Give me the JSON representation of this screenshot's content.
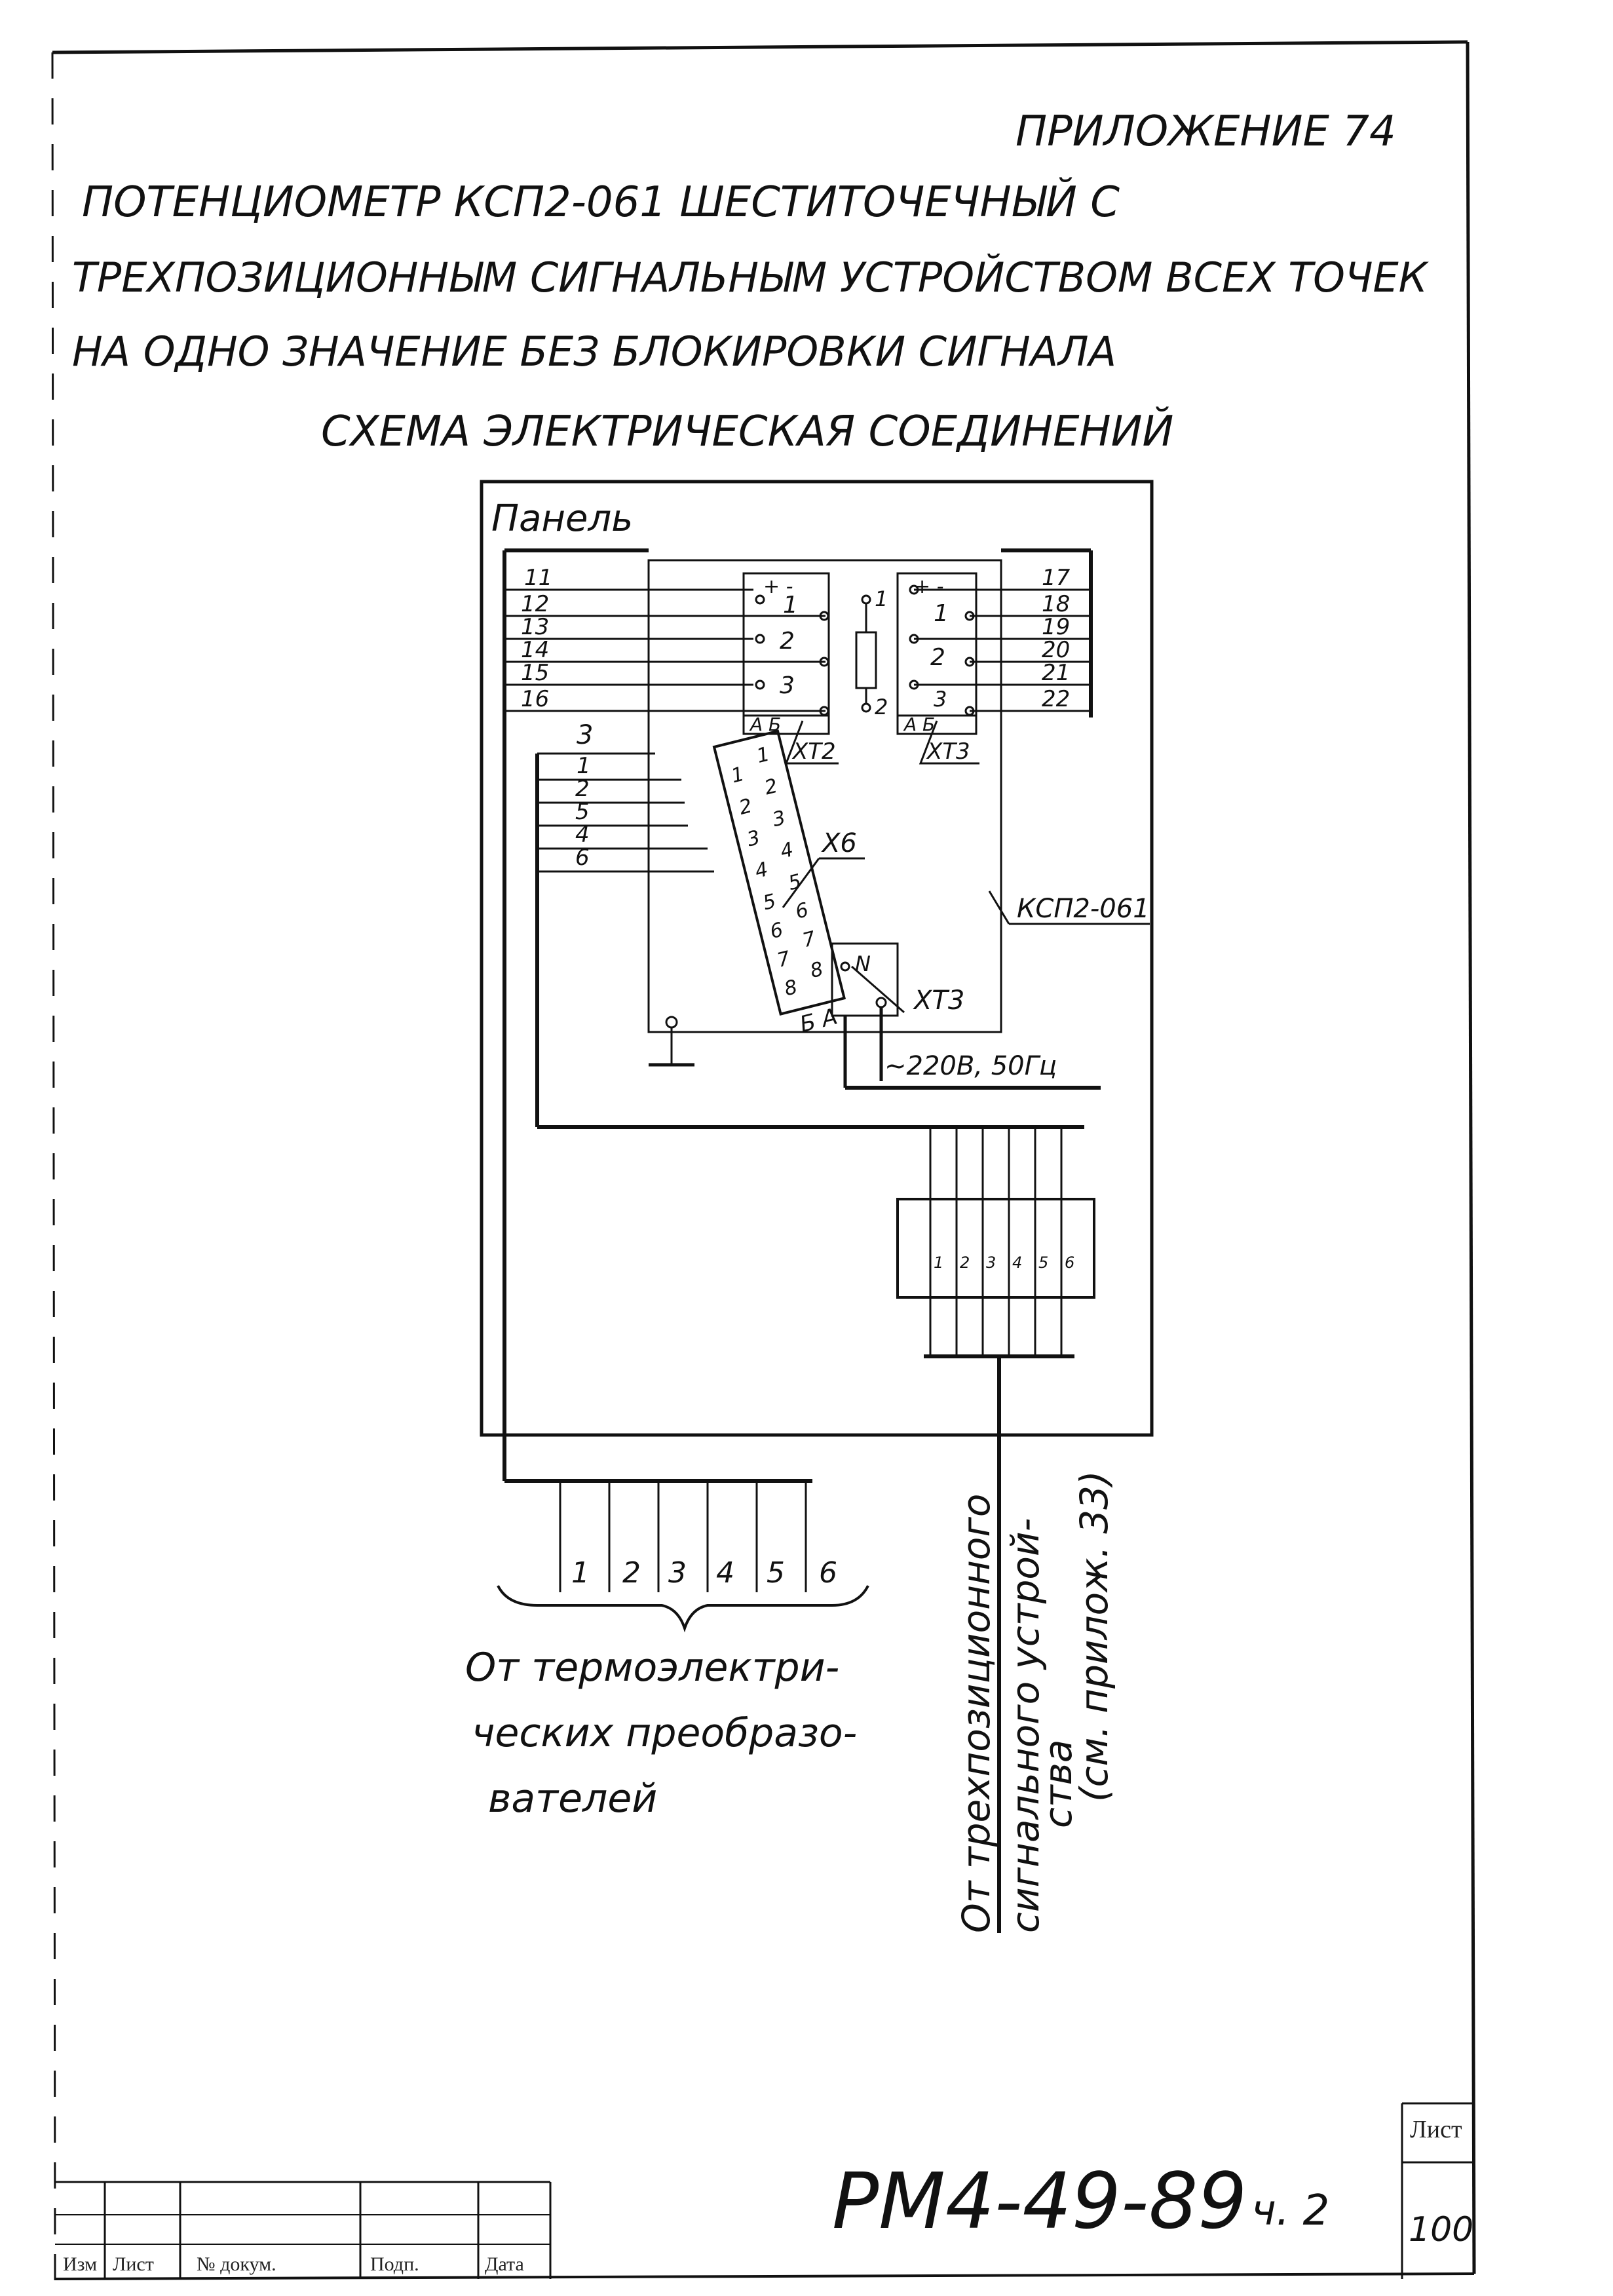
{
  "header": {
    "appendix": "ПРИЛОЖЕНИЕ 74",
    "title_lines": [
      "ПОТЕНЦИОМЕТР  КСП2-061  ШЕСТИТОЧЕЧНЫЙ    С",
      "ТРЕХПОЗИЦИОННЫМ  СИГНАЛЬНЫМ УСТРОЙСТВОМ ВСЕХ ТОЧЕК",
      "НА ОДНО ЗНАЧЕНИЕ   БЕЗ   БЛОКИРОВКИ  СИГНАЛА",
      "СХЕМА  ЭЛЕКТРИЧЕСКАЯ  СОЕДИНЕНИЙ"
    ]
  },
  "panel": {
    "label": "Панель",
    "device_label": "КСП2-061",
    "left_wire_numbers": [
      "11",
      "12",
      "13",
      "14",
      "15",
      "16"
    ],
    "right_wire_numbers": [
      "17",
      "18",
      "19",
      "20",
      "21",
      "22"
    ],
    "xt2": {
      "label": "XT2",
      "terminals": [
        "1",
        "2",
        "3"
      ],
      "polarity": "+ -",
      "side": "А  Б"
    },
    "xt3_top": {
      "label": "XT3",
      "terminals": [
        "1",
        "2",
        "3"
      ],
      "polarity": "+ -",
      "side": "А  Б"
    },
    "resistor_terminals": [
      "1",
      "2"
    ],
    "x6": {
      "label": "X6",
      "side": "Б  А",
      "col_a": [
        "1",
        "2",
        "3",
        "4",
        "5",
        "6",
        "7",
        "8"
      ],
      "col_b": [
        "1",
        "2",
        "3",
        "4",
        "5",
        "6",
        "7",
        "8"
      ]
    },
    "x6_wire_numbers": [
      "3",
      "1",
      "2",
      "5",
      "4",
      "6"
    ],
    "xt3_power": {
      "label": "XT3",
      "terminal": "N"
    },
    "power_label": "~220В, 50Гц",
    "terminal_block_numbers": [
      "1",
      "2",
      "3",
      "4",
      "5",
      "6"
    ]
  },
  "bottom": {
    "cable_numbers": [
      "1",
      "2",
      "3",
      "4",
      "5",
      "6"
    ],
    "from_thermo": [
      "От термоэлектри-",
      "ческих преобразо-",
      "вателей"
    ],
    "from_signal": [
      "От трехпозиционного",
      "сигнального устрой-",
      "ства",
      "(см. прилож. 33)"
    ]
  },
  "title_block": {
    "doc_number": "РМ4-49-89",
    "part": "ч. 2",
    "sheet_label": "Лист",
    "sheet_number": "100",
    "columns": [
      "Изм",
      "Лист",
      "№ докум.",
      "Подп.",
      "Дата"
    ]
  }
}
